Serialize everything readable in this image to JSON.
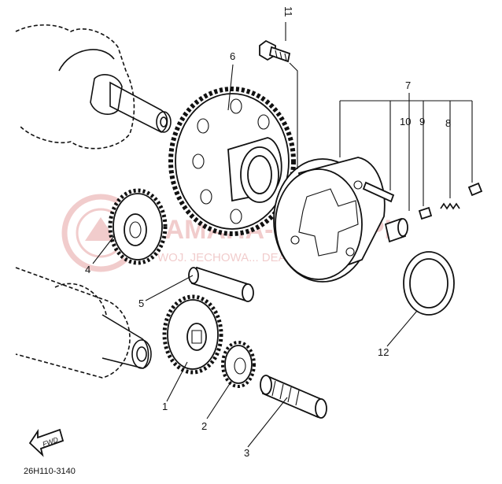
{
  "labels": {
    "p1": "1",
    "p2": "2",
    "p3": "3",
    "p4": "4",
    "p5": "5",
    "p6": "6",
    "p7": "7",
    "p8": "8",
    "p9": "9",
    "p10": "10",
    "p11": "11",
    "p12": "12"
  },
  "fwd_label": "FWD",
  "drawing_code": "26H110-3140",
  "watermark": {
    "brand": "YAMAHA-SKLEP.PL",
    "subtitle": "WOJ. JECHOWA... DEALER YAMAHA"
  },
  "colors": {
    "line": "#111111",
    "watermark": "#e6a3a3"
  }
}
